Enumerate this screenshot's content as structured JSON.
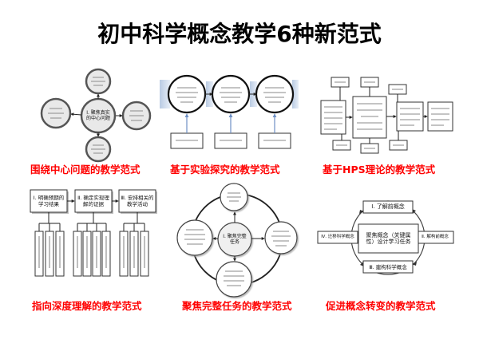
{
  "title": "初中科学概念教学6种新范式",
  "colors": {
    "title": "#000000",
    "caption": "#ff0000",
    "band": "#b9cbe3",
    "arrow_blue": "#6d8fc4"
  },
  "panels": {
    "central_question": {
      "caption": "围绕中心问题的教学范式",
      "center_node": "Ⅰ. 聚焦真实的中心问题"
    },
    "experiment_inquiry": {
      "caption": "基于实验探究的教学范式"
    },
    "hps": {
      "caption": "基于HPS理论的教学范式"
    },
    "deep_understanding": {
      "caption": "指向深度理解的教学范式",
      "steps": [
        "Ⅰ. 明确预期的学习结果",
        "Ⅱ. 确定实现理解的证据",
        "Ⅲ. 安排相关的教学活动"
      ]
    },
    "complete_task": {
      "caption": "聚焦完整任务的教学范式",
      "center_node": "Ⅰ. 聚焦完整任务"
    },
    "concept_change": {
      "caption": "促进概念转变的教学范式",
      "center_node": "聚焦概念（关键属性）设计学习任务",
      "steps": [
        "Ⅰ. 了解前概念",
        "Ⅱ. 解构前概念",
        "Ⅲ. 建构科学概念",
        "Ⅳ. 迁移科学概念"
      ]
    }
  }
}
